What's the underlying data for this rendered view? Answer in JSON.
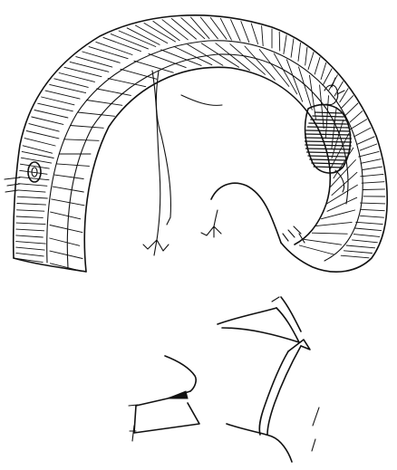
{
  "figure": {
    "kind": "line-drawing",
    "ink_color": "#111111",
    "background_color": "#ffffff",
    "parts": [
      {
        "id": "arched-band-specimen",
        "shading": "hatched"
      },
      {
        "id": "upper-fragment",
        "shading": "none"
      },
      {
        "id": "right-fragment",
        "shading": "none"
      },
      {
        "id": "left-fragment",
        "shading": "partial"
      }
    ]
  }
}
